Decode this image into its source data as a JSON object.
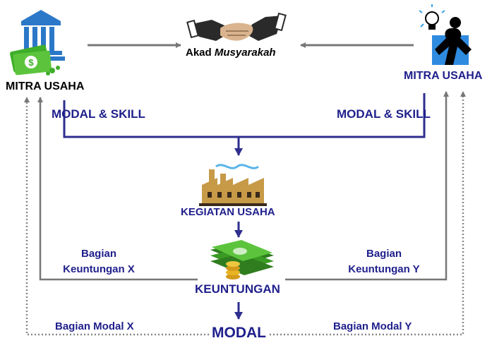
{
  "title": {
    "akad_prefix": "Akad",
    "akad_term": "Musyarakah"
  },
  "parties": {
    "left": "MITRA USAHA",
    "right": "MITRA USAHA"
  },
  "contributions": {
    "left": "MODAL & SKILL",
    "right": "MODAL & SKILL"
  },
  "process": {
    "activity": "KEGIATAN USAHA",
    "profit": "KEUNTUNGAN",
    "capital": "MODAL"
  },
  "shares": {
    "profit_left_line1": "Bagian",
    "profit_left_line2": "Keuntungan X",
    "profit_right_line1": "Bagian",
    "profit_right_line2": "Keuntungan Y",
    "capital_left": "Bagian Modal X",
    "capital_right": "Bagian Modal Y"
  },
  "icons": [
    "bank-icon",
    "money-icon",
    "handshake-icon",
    "entrepreneur-idea-icon",
    "factory-icon",
    "money-stack-icon"
  ],
  "colors": {
    "flow_line": "#2e2e8f",
    "connector_gray": "#777777",
    "label_blue": "#1f1f8c",
    "bank_blue": "#2b78c8",
    "money_green": "#3fae2a"
  }
}
